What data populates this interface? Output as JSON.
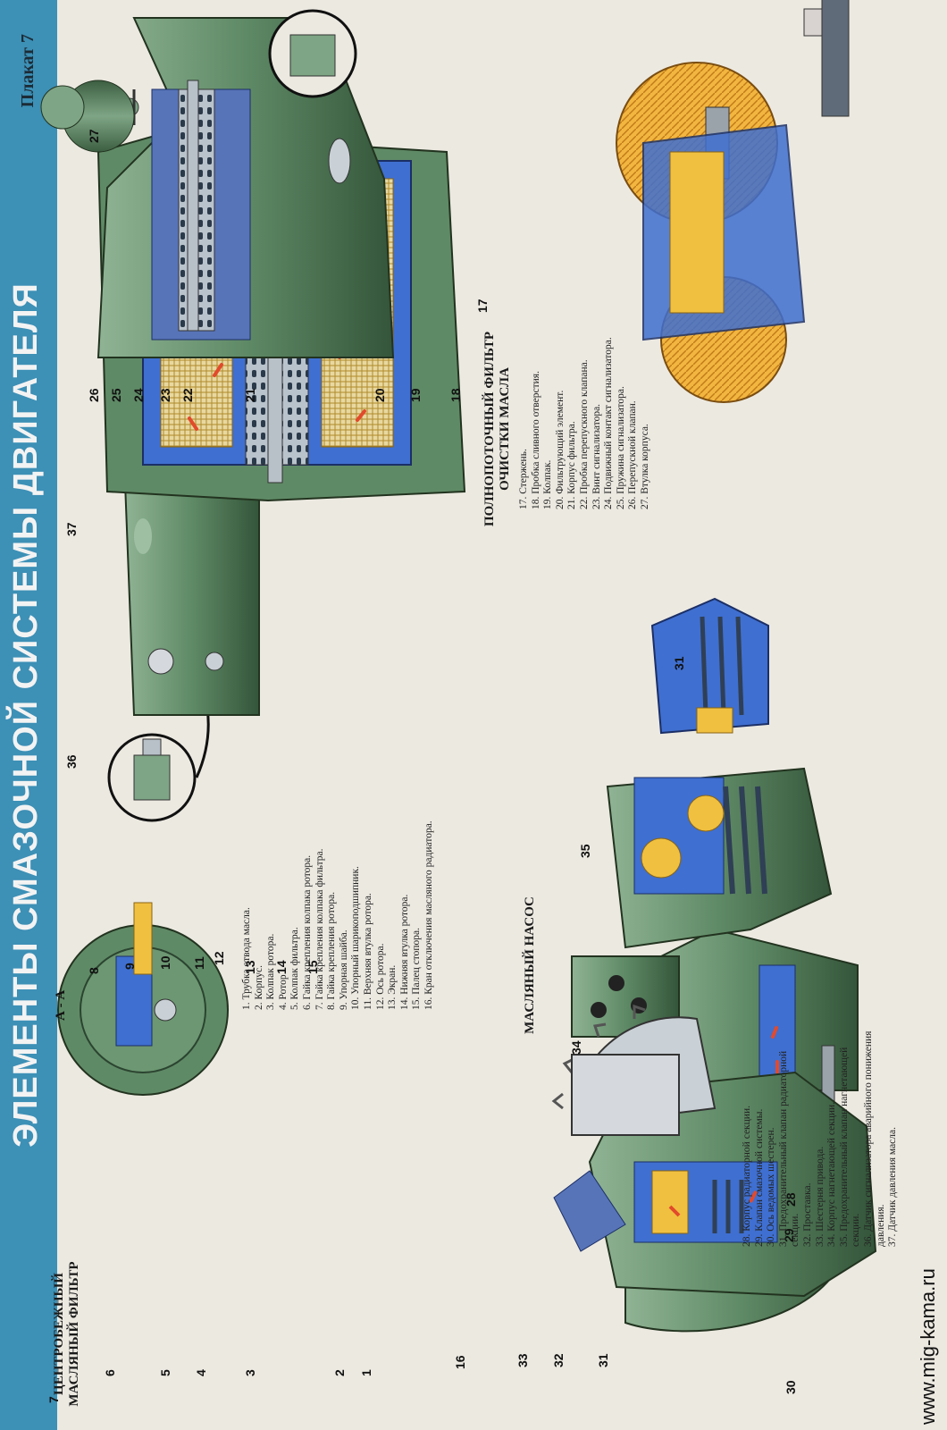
{
  "header": {
    "title": "ЭЛЕМЕНТЫ СМАЗОЧНОЙ СИСТЕМЫ ДВИГАТЕЛЯ",
    "poster_label": "Плакат 7"
  },
  "footer": {
    "website": "www.mig-kama.ru"
  },
  "section_a_a": {
    "label": "А - А"
  },
  "centrifugal_filter": {
    "title_line1": "ЦЕНТРОБЕЖНЫЙ",
    "title_line2": "МАСЛЯНЫЙ ФИЛЬТР",
    "items": [
      "1.  Трубка отвода масла.",
      "2.  Корпус.",
      "3.  Колпак ротора.",
      "4.  Ротор.",
      "5.  Колпак фильтра.",
      "6.  Гайка крепления колпака ротора.",
      "7.  Гайка крепления колпака фильтра.",
      "8.  Гайка крепления ротора.",
      "9.  Упорная шайба.",
      "10. Упорный шарикоподшипник.",
      "11. Верхняя втулка ротора.",
      "12. Ось ротора.",
      "13. Экран.",
      "14. Нижняя втулка ротора.",
      "15. Палец стопора.",
      "16. Кран отключения масляного радиатора."
    ]
  },
  "full_flow_filter": {
    "title_line1": "ПОЛНОПОТОЧНЫЙ ФИЛЬТР",
    "title_line2": "ОЧИСТКИ МАСЛА",
    "items": [
      "17. Стержень.",
      "18. Пробка сливного отверстия.",
      "19. Колпак.",
      "20. Фильтрующий элемент.",
      "21. Корпус фильтра.",
      "22. Пробка перепускного клапана.",
      "23. Винт сигнализатора.",
      "24. Подвижный контакт сигнализатора.",
      "25. Пружина сигнализатора.",
      "26. Перепускной клапан.",
      "27. Втулка корпуса."
    ]
  },
  "oil_pump": {
    "title": "МАСЛЯНЫЙ НАСОС",
    "items": [
      "28. Корпус радиаторной секции.",
      "29. Клапан смазочной системы.",
      "30. Ось ведомых шестерен.",
      "31. Предохранительный клапан радиаторной",
      "      секции.",
      "32. Проставка.",
      "33. Шестерня привода.",
      "34. Корпус нагнетающей секции.",
      "35. Предохранительный клапан нагнетающей",
      "      секции.",
      "36. Датчик сигнализатора аварийного понижения",
      "      давления.",
      "37. Датчик давления масла."
    ]
  },
  "colors": {
    "band": "#3d90b6",
    "housing_green": "#5f8a66",
    "section_blue": "#3f6fd0",
    "oil_yellow": "#f0c040",
    "arrow_red": "#e24a2c"
  }
}
